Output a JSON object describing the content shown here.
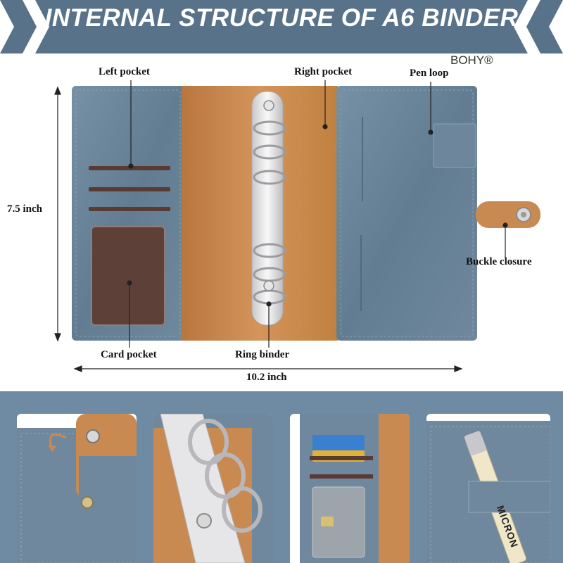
{
  "banner": {
    "title": "INTERNAL STRUCTURE OF A6 BINDER"
  },
  "brand": "BOHY®",
  "labels": {
    "left_pocket": "Left pocket",
    "right_pocket": "Right pocket",
    "pen_loop": "Pen loop",
    "buckle_closure": "Buckle closure",
    "card_pocket": "Card pocket",
    "ring_binder": "Ring binder"
  },
  "dimensions": {
    "height": "7.5 inch",
    "width": "10.2 inch"
  },
  "pen_brand_text": "MICRON",
  "colors": {
    "banner": "#587389",
    "leather_blue": "#6b8499",
    "leather_tan": "#c98a51",
    "card_brown": "#5a3a33",
    "bottom_bg": "#6f8aa3"
  }
}
